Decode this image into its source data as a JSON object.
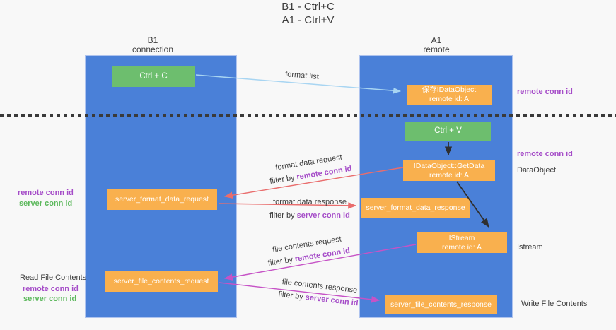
{
  "title": {
    "line1": "B1 - Ctrl+C",
    "line2": "A1 - Ctrl+V"
  },
  "lanes": {
    "left": {
      "name": "B1",
      "subtitle": "connection"
    },
    "right": {
      "name": "A1",
      "subtitle": "remote"
    }
  },
  "nodes": {
    "ctrl_c": {
      "label": "Ctrl + C"
    },
    "save_idataobject": {
      "line1": "保存IDataObject",
      "line2": "remote id: A"
    },
    "ctrl_v": {
      "label": "Ctrl + V"
    },
    "getdata": {
      "line1": "IDataObject::GetData",
      "line2": "remote id: A"
    },
    "server_format_data_request": {
      "label": "server_format_data_request"
    },
    "server_format_data_response": {
      "label": "server_format_data_response"
    },
    "istream": {
      "line1": "IStream",
      "line2": "remote id: A"
    },
    "server_file_contents_request": {
      "label": "server_file_contents_request"
    },
    "server_file_contents_response": {
      "label": "server_file_contents_response"
    }
  },
  "edge_labels": {
    "format_list": "format list",
    "format_data_request": {
      "line1": "format data request",
      "filter": "filter by",
      "key": "remote conn id"
    },
    "format_data_response": {
      "line1": "format data response",
      "filter": "filter by",
      "key": "server conn id"
    },
    "file_contents_request": {
      "line1": "file contents request",
      "filter": "filter by",
      "key": "remote conn id"
    },
    "file_contents_response": {
      "line1": "file contents response",
      "filter": "filter by",
      "key": "server conn id"
    }
  },
  "annotations": {
    "right": [
      {
        "text": "remote conn id"
      },
      {
        "text": "remote conn id"
      },
      {
        "text": "DataObject"
      },
      {
        "text": "Istream"
      },
      {
        "text": "Write File Contents"
      }
    ],
    "left": [
      {
        "text": "remote conn id"
      },
      {
        "text": "server conn id"
      },
      {
        "text": "Read File Contents"
      },
      {
        "text": "remote conn id"
      },
      {
        "text": "server conn id"
      }
    ]
  },
  "colors": {
    "background": "#F8F8F8",
    "lane_blue": "#4A80D8",
    "box_green": "#6DBE6E",
    "box_orange": "#F9B04E",
    "label_purple": "#A54CC8",
    "label_green": "#5CB85C",
    "arrow_salmon": "#E96D6D",
    "arrow_magenta": "#C653C6",
    "arrow_lightblue": "#A8D5F2",
    "arrow_black": "#2F2F2F",
    "divider_dark": "#3A3A3A"
  }
}
